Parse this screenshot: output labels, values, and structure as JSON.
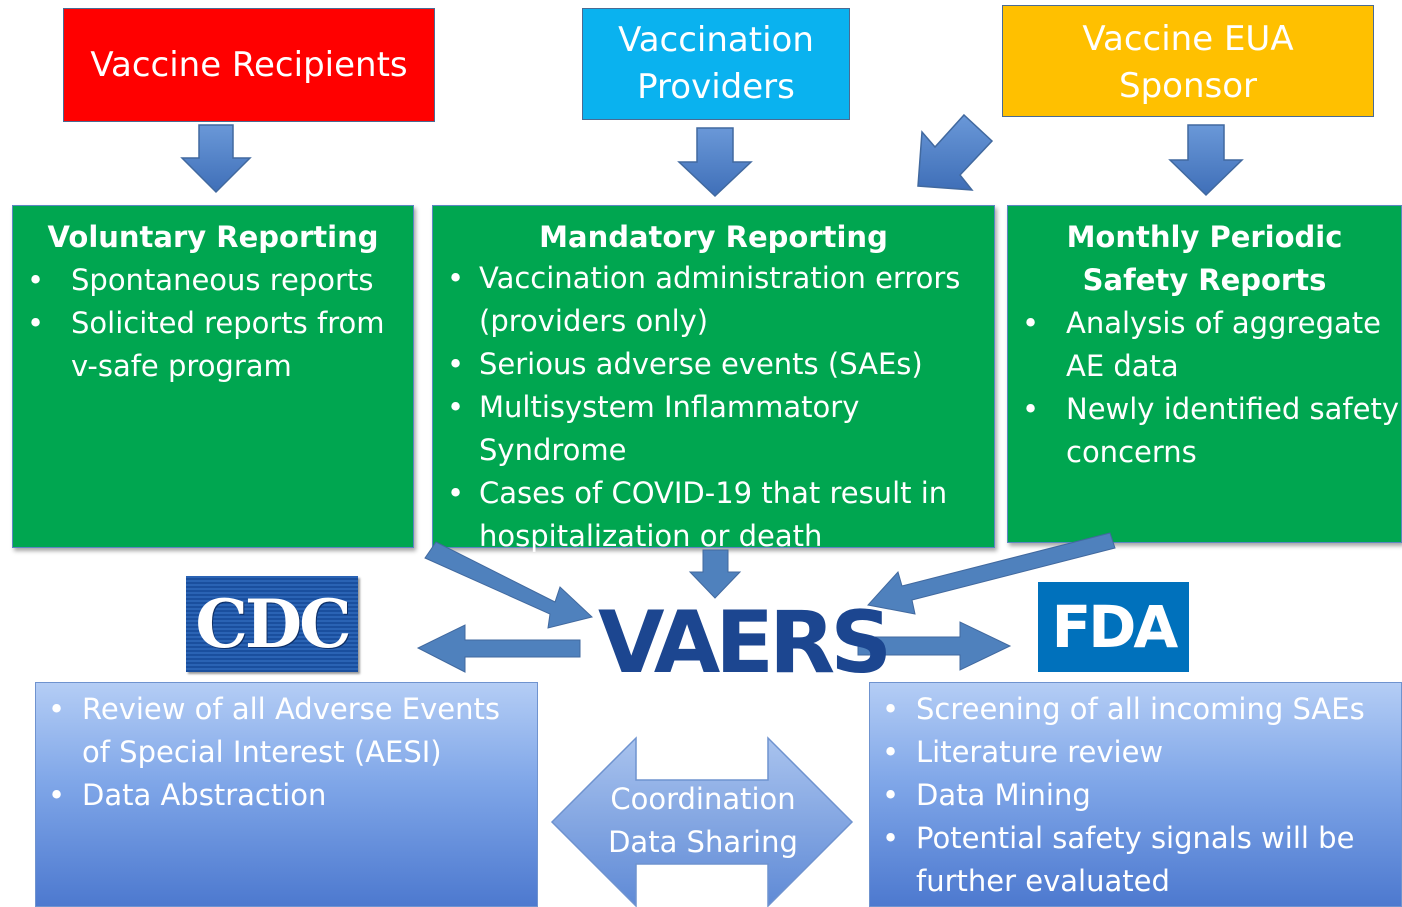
{
  "sources": {
    "recipients": "Vaccine Recipients",
    "providers": "Vaccination Providers",
    "sponsor": "Vaccine EUA Sponsor"
  },
  "voluntary": {
    "title": "Voluntary Reporting",
    "items": [
      "Spontaneous reports",
      "Solicited reports from v-safe program"
    ]
  },
  "mandatory": {
    "title": "Mandatory Reporting",
    "items": [
      "Vaccination administration errors (providers only)",
      "Serious adverse events (SAEs)",
      "Multisystem Inflammatory Syndrome",
      "Cases of COVID-19 that result in hospitalization or death"
    ]
  },
  "monthly": {
    "title": "Monthly Periodic Safety Reports",
    "items": [
      "Analysis of aggregate AE data",
      "Newly identified safety concerns"
    ]
  },
  "center": {
    "vaers": "VAERS",
    "coordination": "Coordination Data Sharing"
  },
  "cdc": {
    "logo": "CDC",
    "items": [
      "Review of all Adverse Events of Special Interest (AESI)",
      "Data Abstraction"
    ]
  },
  "fda": {
    "logo": "FDA",
    "items": [
      "Screening of all incoming SAEs",
      "Literature review",
      "Data Mining",
      "Potential safety signals will be further evaluated"
    ]
  },
  "colors": {
    "recipients": "#ff0000",
    "providers": "#0ab2ef",
    "sponsor": "#ffc000",
    "reporting_boxes": "#00a650",
    "arrows": "#4f81bd",
    "vaers_text": "#1c4690",
    "fda_logo": "#0071bc",
    "cdc_logo": "#1a5aa8"
  }
}
